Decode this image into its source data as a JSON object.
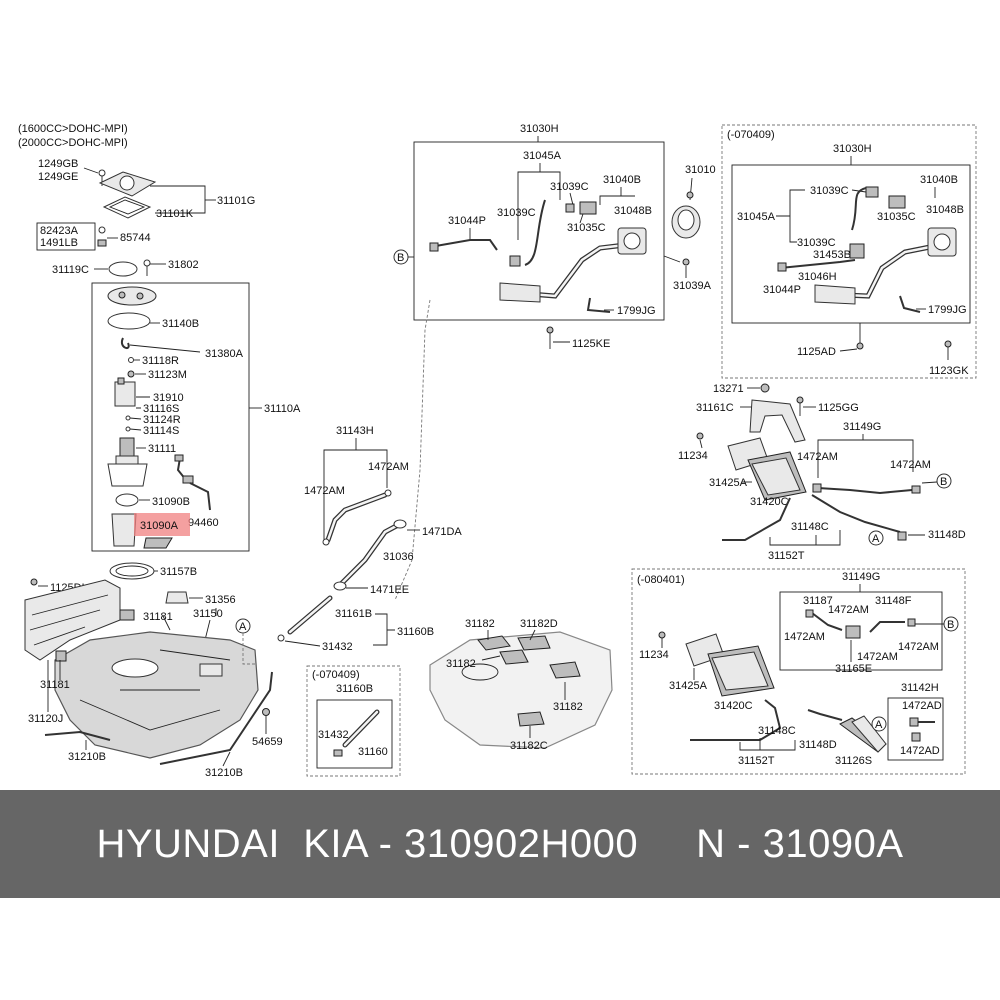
{
  "colors": {
    "banner_bg": "#666666",
    "banner_text": "#ffffff",
    "highlight": "#f08080"
  },
  "banner": {
    "text": "HYUNDAI  KIA - 310902H000     N - 31090A"
  },
  "variants": {
    "engine_1": "(1600CC>DOHC-MPI)",
    "engine_2": "(2000CC>DOHC-MPI)"
  },
  "sections": {
    "s1": "(-070409)",
    "s2": "(-080401)",
    "s3": "(-070409)"
  },
  "callouts": {
    "A": "A",
    "B": "B"
  },
  "highlighted_part": "31090A",
  "labels": {
    "p1249GB": "1249GB",
    "p1249GE": "1249GE",
    "p31101G": "31101G",
    "p31101K": "31101K",
    "p82423A": "82423A",
    "p1491LB": "1491LB",
    "p85744": "85744",
    "p31119C": "31119C",
    "p31802": "31802",
    "p31140B": "31140B",
    "p31118R": "31118R",
    "p31380A": "31380A",
    "p31123M": "31123M",
    "p31910": "31910",
    "p31116S": "31116S",
    "p31124R": "31124R",
    "p31114S": "31114S",
    "p31110A": "31110A",
    "p31111": "31111",
    "p31090B": "31090B",
    "p31090A": "31090A",
    "p94460": "94460",
    "p31157B": "31157B",
    "p1125DL": "1125DL",
    "p31356": "31356",
    "p31181a": "31181",
    "p31150": "31150",
    "p31181b": "31181",
    "p31120J": "31120J",
    "p54659": "54659",
    "p31210Ba": "31210B",
    "p31210Bb": "31210B",
    "p31030H": "31030H",
    "p31045A": "31045A",
    "p31039Ca": "31039C",
    "p31040B": "31040B",
    "p31048B": "31048B",
    "p31044P": "31044P",
    "p31039Cb": "31039C",
    "p31035C": "31035C",
    "p1799JG": "1799JG",
    "p1125KE": "1125KE",
    "p31010": "31010",
    "p31039A": "31039A",
    "p31143H": "31143H",
    "p1472AMa": "1472AM",
    "p1472AMb": "1472AM",
    "p1471DA": "1471DA",
    "p31036": "31036",
    "p1471EE": "1471EE",
    "p31161B": "31161B",
    "p31160B": "31160B",
    "p31432": "31432",
    "p31160Bs": "31160B",
    "p31432s": "31432",
    "p31160": "31160",
    "p31182a": "31182",
    "p31182D": "31182D",
    "p31182b": "31182",
    "p31182c": "31182",
    "p31182C": "31182C",
    "r31030H": "31030H",
    "r31039Ca": "31039C",
    "r31040B": "31040B",
    "r31045A": "31045A",
    "r31035C": "31035C",
    "r31048B": "31048B",
    "r31039Cb": "31039C",
    "r31453B": "31453B",
    "r31046H": "31046H",
    "r31044P": "31044P",
    "r1799JG": "1799JG",
    "r1125AD": "1125AD",
    "r1123GK": "1123GK",
    "c13271": "13271",
    "c31161C": "31161C",
    "c1125GG": "1125GG",
    "c31149G": "31149G",
    "c11234": "11234",
    "c1472AMa": "1472AM",
    "c1472AMb": "1472AM",
    "c31425A": "31425A",
    "c31420C": "31420C",
    "c31148C": "31148C",
    "c31148D": "31148D",
    "c31152T": "31152T",
    "d31149G": "31149G",
    "d31187": "31187",
    "d1472AMa": "1472AM",
    "d31148F": "31148F",
    "d1472AMb": "1472AM",
    "d1472AMc": "1472AM",
    "d1472AMd": "1472AM",
    "d31165E": "31165E",
    "d11234": "11234",
    "d31425A": "31425A",
    "d31420C": "31420C",
    "d31142H": "31142H",
    "d1472ADa": "1472AD",
    "d1472ADb": "1472AD",
    "d31148C": "31148C",
    "d31148D": "31148D",
    "d31152T": "31152T",
    "d31126S": "31126S"
  }
}
